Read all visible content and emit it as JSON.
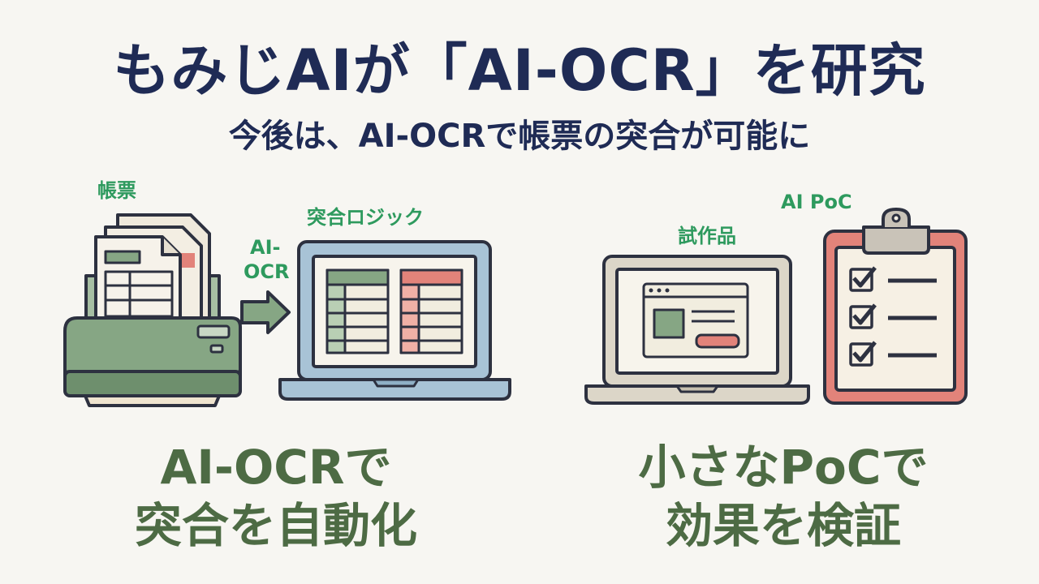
{
  "title": "もみじAIが「AI-OCR」を研究",
  "subtitle": "今後は、AI-OCRで帳票の突合が可能に",
  "labels": {
    "form": "帳票",
    "ai_ocr_line1": "AI-",
    "ai_ocr_line2": "OCR",
    "matching_logic": "突合ロジック",
    "prototype": "試作品",
    "ai_poc": "AI PoC"
  },
  "captions": {
    "left_line1": "AI-OCRで",
    "left_line2": "突合を自動化",
    "right_line1": "小さなPoCで",
    "right_line2": "効果を検証"
  },
  "colors": {
    "title": "#1f2b55",
    "label_green": "#2e9a5e",
    "caption_green": "#4d6b44",
    "scanner_green": "#86a684",
    "laptop_blue": "#a8c3d6",
    "salmon": "#e2837a",
    "outline": "#2d3140"
  },
  "icons": [
    "scanner-icon",
    "documents-icon",
    "arrow-right-icon",
    "laptop-spreadsheet-icon",
    "laptop-app-icon",
    "clipboard-checklist-icon"
  ]
}
